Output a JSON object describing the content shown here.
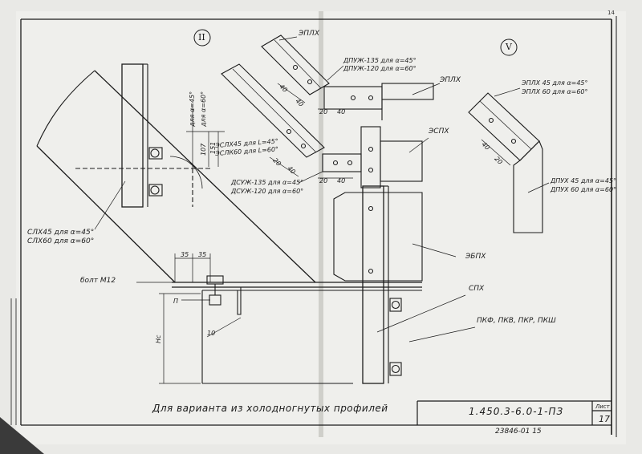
{
  "drawing": {
    "roman_left": "II",
    "roman_right": "V",
    "corner_number": "14",
    "note": "Для варианта из холодногнутых профилей",
    "document_number": "1.450.3-6.0-1-ПЗ",
    "sheet_label": "Лист",
    "sheet_number": "17",
    "archive_number": "23846-01   15"
  },
  "labels": {
    "eplkh": "ЭПЛХ",
    "dpuzh135": "ДПУЖ-135 для α=45°",
    "dpuzh120": "ДПУЖ-120 для α=60°",
    "eplkh_right": "ЭПЛХ",
    "eslkh45": "ЭСЛХ45 для L=45°",
    "eslkh60": "ЭСЛК60 для L=60°",
    "espkh": "ЭСПХ",
    "dsuzh135": "ДСУЖ-135 для α=45°",
    "dsuzh120": "ДСУЖ-120 для α=60°",
    "slkh45": "СЛХ45 для α=45°",
    "slkh60": "СЛХ60 для α=60°",
    "bolt": "болт М12",
    "ebpkh": "ЭБПХ",
    "spkh": "СПХ",
    "pkf": "ПКФ, ПКВ, ПКР, ПКШ",
    "eplkh45_r": "ЭПЛХ 45 для α=45°",
    "eplkh60_r": "ЭПЛХ 60 для α=60°",
    "dpukh45": "ДПУХ 45 для α=45°",
    "dpukh60": "ДПУХ 60 для α=60°",
    "dim_107": "107",
    "dim_151": "151",
    "dim_a45": "для α=45°",
    "dim_a60": "для α=60°",
    "dim_35a": "35",
    "dim_35b": "35",
    "dim_P": "П",
    "dim_10": "10",
    "dim_Hc": "Нс",
    "dim_40a": "40",
    "dim_40b": "40",
    "dim_20a": "20",
    "dim_40c": "40",
    "dim_20b": "20",
    "dim_40d": "40",
    "dim_20c": "20",
    "dim_40e": "40",
    "dim_40f": "40",
    "dim_20d": "20"
  },
  "colors": {
    "paper": "#e9e9e6",
    "ink": "#1b1b1b",
    "frame": "#d8d8d4"
  }
}
